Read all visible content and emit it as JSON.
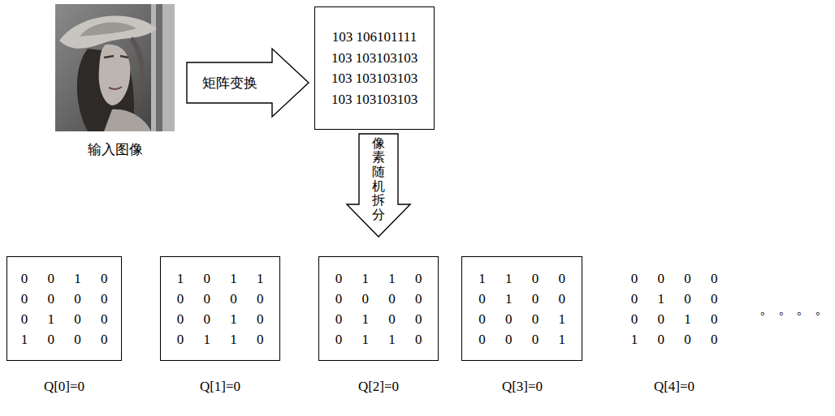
{
  "diagram": {
    "nodes": [
      {
        "text": [
          "输入图像"
        ]
      },
      {
        "text": [
          "103 106101111",
          "103 103103103",
          "103 103103103",
          "103 103103103"
        ]
      },
      {
        "text": [
          "0 0 1 0",
          "0 0 0 0",
          "0 1 0 0",
          "1 0 0 0"
        ]
      },
      {
        "text": [
          "1 0 1 1",
          "0 0 0 0",
          "0 0 1 0",
          "0 1 1 0"
        ]
      },
      {
        "text": [
          "0 1 1 0",
          "0 0 0 0",
          "0 1 0 0",
          "0 1 1 0"
        ]
      },
      {
        "text": [
          "1 1 0 0",
          "0 1 0 0",
          "0 0 0 1",
          "0 0 0 1"
        ]
      }
    ],
    "edges": [
      {
        "from": 0,
        "to": 1,
        "arrow": "to",
        "label": "矩阵变换"
      },
      {
        "from": 1,
        "to": 4,
        "arrow": "to",
        "label": "像素随机拆分"
      }
    ],
    "labels": [
      "0 0 0 0",
      "0 1 0 0",
      "0 0 1 0",
      "1 0 0 0",
      "Q[0]=0",
      "Q[1]=0",
      "Q[2]=0",
      "Q[3]=0",
      "Q[4]=0",
      "。 。 。 。"
    ]
  }
}
